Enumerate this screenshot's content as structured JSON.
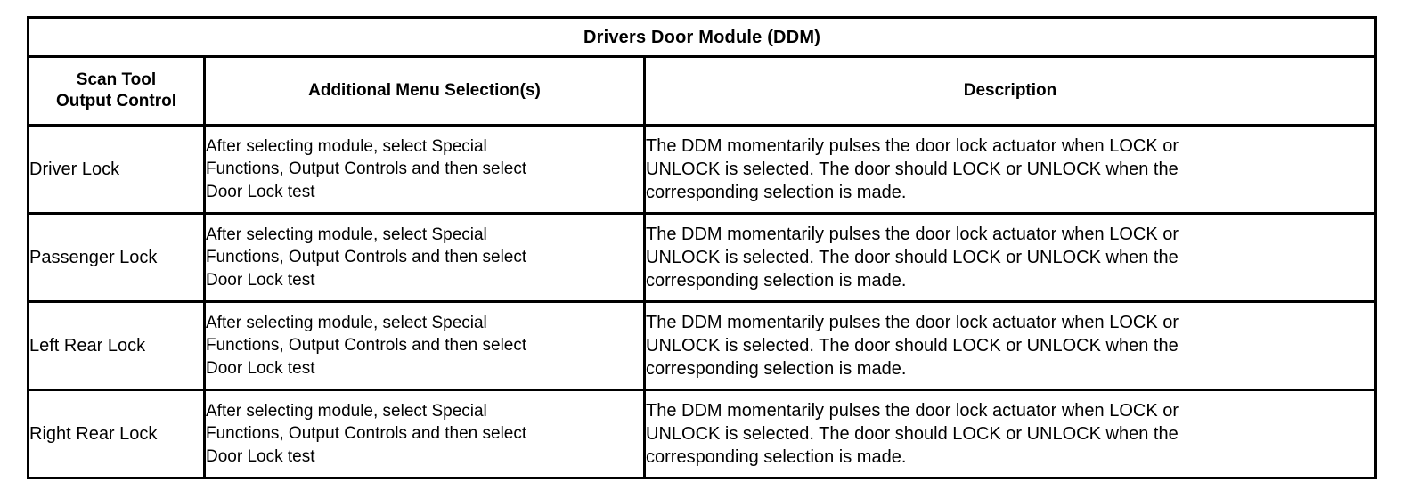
{
  "document": {
    "type": "specification-table",
    "background_color": "#ffffff",
    "text_color": "#000000",
    "border_color": "#000000"
  },
  "table": {
    "title": "Drivers Door Module (DDM)",
    "headers": {
      "scan_tool_line1": "Scan Tool",
      "scan_tool_line2": "Output Control",
      "additional_menu": "Additional Menu Selection(s)",
      "description": "Description"
    },
    "rows": [
      {
        "scan_tool_output_control": "Driver Lock",
        "menu_line1": "After selecting module, select Special",
        "menu_line2": "Functions, Output Controls and then select",
        "menu_line3": "Door Lock test",
        "desc_line1": "The DDM momentarily pulses the door lock actuator when LOCK or",
        "desc_line2": "UNLOCK is selected. The door should LOCK or UNLOCK when the",
        "desc_line3": "corresponding selection is made."
      },
      {
        "scan_tool_output_control": "Passenger Lock",
        "menu_line1": "After selecting module, select Special",
        "menu_line2": "Functions, Output Controls and then select",
        "menu_line3": "Door Lock test",
        "desc_line1": "The DDM momentarily pulses the door lock actuator when LOCK or",
        "desc_line2": "UNLOCK is selected. The door should LOCK or UNLOCK when the",
        "desc_line3": "corresponding selection is made."
      },
      {
        "scan_tool_output_control": "Left Rear Lock",
        "menu_line1": "After selecting module, select Special",
        "menu_line2": "Functions, Output Controls and then select",
        "menu_line3": "Door Lock test",
        "desc_line1": "The DDM momentarily pulses the door lock actuator when LOCK or",
        "desc_line2": "UNLOCK is selected. The door should LOCK or UNLOCK when the",
        "desc_line3": "corresponding selection is made."
      },
      {
        "scan_tool_output_control": "Right Rear Lock",
        "menu_line1": "After selecting module, select Special",
        "menu_line2": "Functions, Output Controls and then select",
        "menu_line3": "Door Lock test",
        "desc_line1": "The DDM momentarily pulses the door lock actuator when LOCK or",
        "desc_line2": "UNLOCK is selected. The door should LOCK or UNLOCK when the",
        "desc_line3": "corresponding selection is made."
      }
    ]
  }
}
